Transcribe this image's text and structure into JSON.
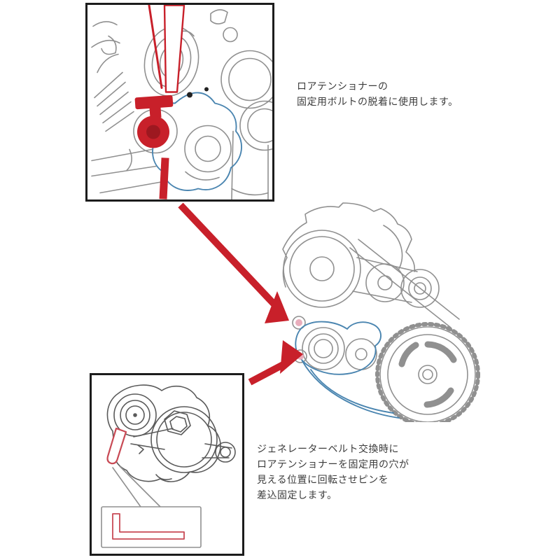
{
  "colors": {
    "tool_red": "#c8202a",
    "highlight_blue": "#4a85b0",
    "line_gray": "#909090",
    "line_dark": "#5a5a5a",
    "border_dark": "#1c1c1c",
    "text_color": "#3c3c3c",
    "pin_red": "#c84a55",
    "accent_pink": "#e9aebc"
  },
  "annotations": {
    "upper_note": {
      "lines": [
        "ロアテンショナーの",
        "固定用ボルトの脱着に使用します。"
      ]
    },
    "lower_note": {
      "lines": [
        "ジェネレーターベルト交換時に",
        "ロアテンショナーを固定用の穴が",
        "見える位置に回転させピンを",
        "差込固定します。"
      ]
    }
  }
}
